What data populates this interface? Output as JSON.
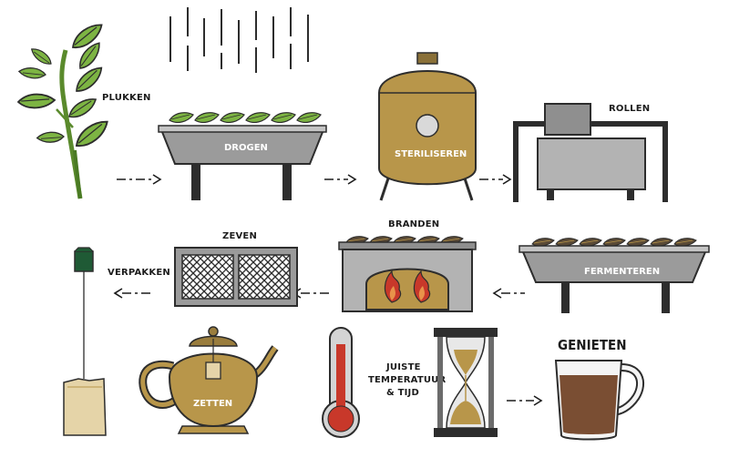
{
  "steps": {
    "plukken": "PLUKKEN",
    "drogen": "DROGEN",
    "steriliseren": "STERILISEREN",
    "rollen": "ROLLEN",
    "fermenteren": "FERMENTEREN",
    "branden": "BRANDEN",
    "zeven": "ZEVEN",
    "verpakken": "VERPAKKEN",
    "zetten": "ZETTEN",
    "juiste_line1": "JUISTE",
    "juiste_line2": "TEMPERATUUR",
    "juiste_line3": "& TIJD",
    "genieten": "GENIETEN"
  },
  "colors": {
    "leaf_green": "#7db443",
    "dark_green": "#1f5a35",
    "steel_grey": "#9b9b9b",
    "dark_grey": "#3b3b3b",
    "tan": "#b8964a",
    "brown_tea": "#7a4e33",
    "red": "#c8382a",
    "orange": "#e8934a"
  }
}
